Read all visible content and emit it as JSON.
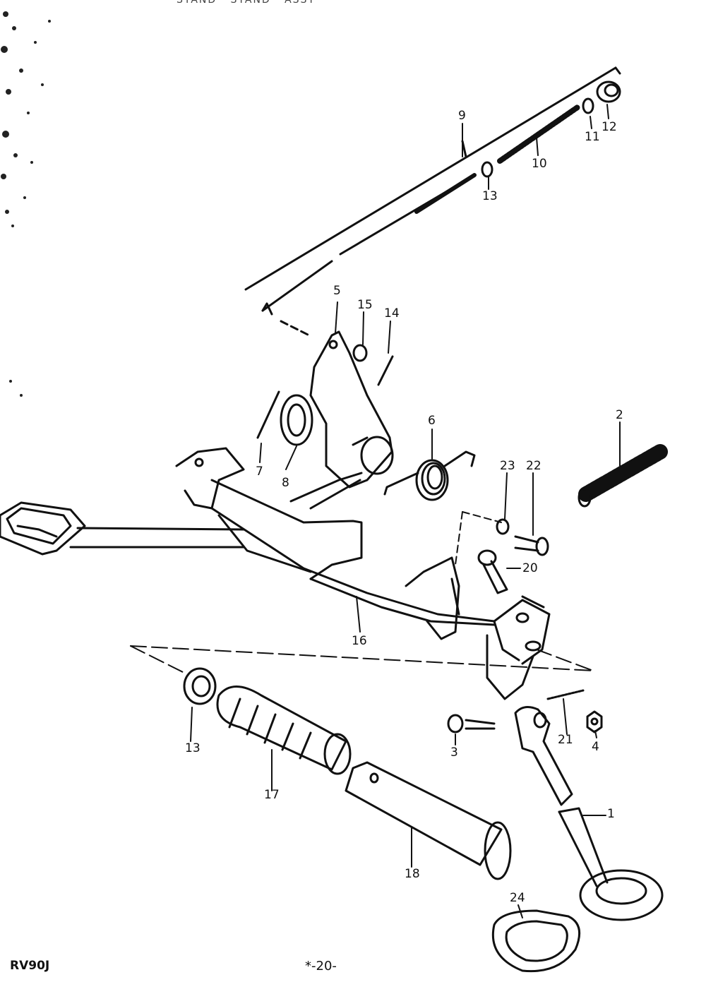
{
  "header_text": "STAND · STAND · ASSY",
  "footer": {
    "model": "RV90J",
    "page": "*-20-"
  },
  "part_labels": [
    "1",
    "2",
    "3",
    "4",
    "5",
    "6",
    "7",
    "8",
    "9",
    "10",
    "11",
    "12",
    "13",
    "13",
    "14",
    "15",
    "16",
    "17",
    "18",
    "20",
    "21",
    "22",
    "23",
    "24"
  ],
  "colors": {
    "ink": "#111111",
    "paper": "#ffffff"
  }
}
